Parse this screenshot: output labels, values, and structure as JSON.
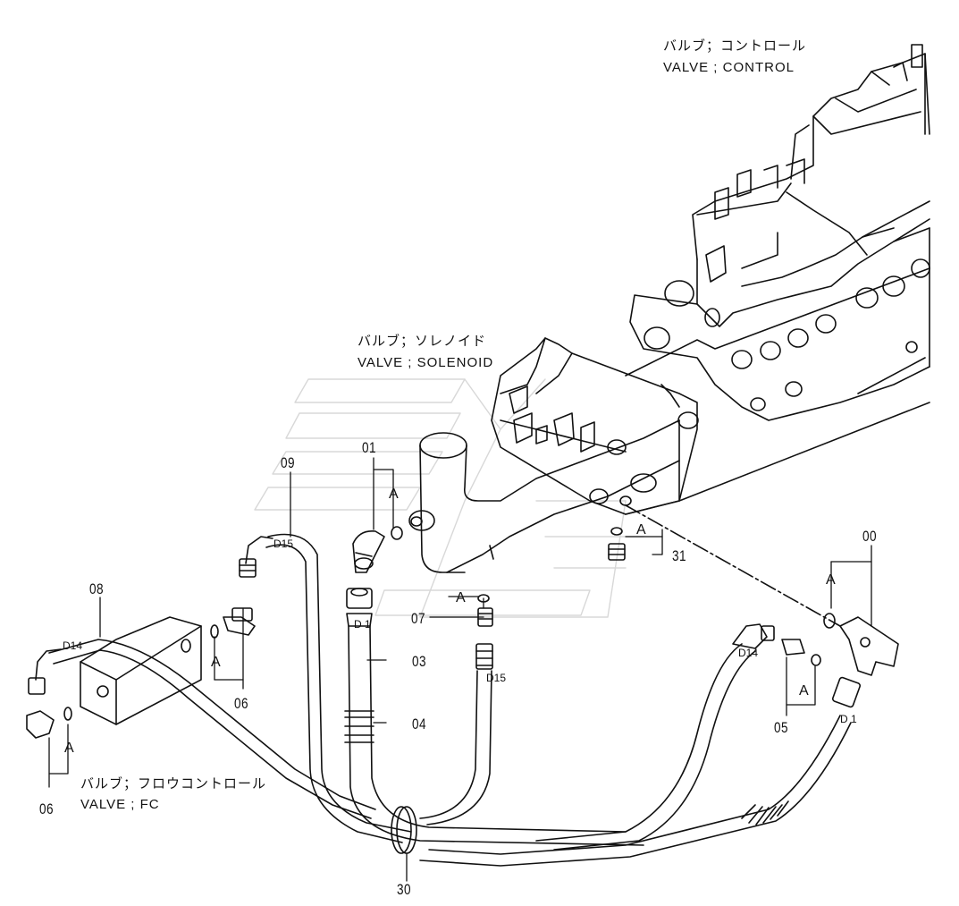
{
  "captions": {
    "control_jp": "バルブ；コントロール",
    "control_en": "VALVE ; CONTROL",
    "solenoid_jp": "バルブ；ソレノイド",
    "solenoid_en": "VALVE ; SOLENOID",
    "fc_jp": "バルブ；フロウコントロール",
    "fc_en": "VALVE ; FC"
  },
  "part_numbers": {
    "p00": "00",
    "p01": "01",
    "p03": "03",
    "p04": "04",
    "p05": "05",
    "p06_left": "06",
    "p06_mid": "06",
    "p07": "07",
    "p08": "08",
    "p09": "09",
    "p30": "30",
    "p31": "31"
  },
  "fitting_labels": {
    "d15_top": "D15",
    "d1_center": "D 1",
    "d15_bottom": "D15",
    "d14_left": "D14",
    "d14_right": "D14",
    "d1_right": "D 1"
  },
  "seal_labels": {
    "a_01": "A",
    "a_31": "A",
    "a_07": "A",
    "a_00": "A",
    "a_06_mid": "A",
    "a_06_left": "A",
    "a_05": "A"
  }
}
